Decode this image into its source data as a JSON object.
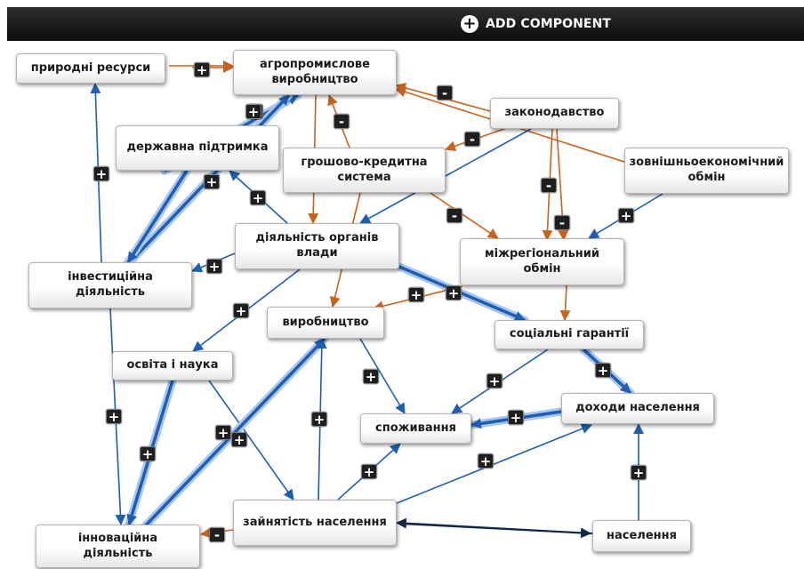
{
  "toolbar": {
    "add_icon": "plus-circle-icon",
    "add_label": "ADD COMPONENT"
  },
  "colors": {
    "positive": "#1e5fb4",
    "positive_glow": "#a9c6ec",
    "negative": "#c8631e",
    "dark": "#13294a",
    "badge": "#1f1f1f"
  },
  "nodes": [
    {
      "id": "resources",
      "label": "природні ресурси"
    },
    {
      "id": "agro",
      "label": "агропромислове виробництво"
    },
    {
      "id": "support",
      "label": "державна підтримка"
    },
    {
      "id": "law",
      "label": "законодавство"
    },
    {
      "id": "monetary",
      "label": "грошово-кредитна система"
    },
    {
      "id": "foreign",
      "label": "зовнішньоекономічний обмін"
    },
    {
      "id": "authorities",
      "label": "діяльність  органів влади"
    },
    {
      "id": "interregional",
      "label": "міжрегіональний обмін"
    },
    {
      "id": "investment",
      "label": "інвестиційна діяльність"
    },
    {
      "id": "production",
      "label": "виробництво"
    },
    {
      "id": "social",
      "label": "соціальні гарантії"
    },
    {
      "id": "education",
      "label": "освіта і наука"
    },
    {
      "id": "income",
      "label": "доходи населення"
    },
    {
      "id": "consumption",
      "label": "споживання"
    },
    {
      "id": "employment",
      "label": "зайнятість населення"
    },
    {
      "id": "population",
      "label": "населення"
    },
    {
      "id": "innovation",
      "label": "інноваційна діяльність"
    }
  ],
  "edges": [
    {
      "from": "agro",
      "to": "resources",
      "sign": "+",
      "style": "neg"
    },
    {
      "from": "resources",
      "to": "agro",
      "sign": "",
      "style": "neg"
    },
    {
      "from": "law",
      "to": "agro",
      "sign": "-",
      "style": "neg"
    },
    {
      "from": "foreign",
      "to": "agro",
      "sign": "",
      "style": "neg"
    },
    {
      "from": "monetary",
      "to": "agro",
      "sign": "-",
      "style": "neg"
    },
    {
      "from": "law",
      "to": "monetary",
      "sign": "-",
      "style": "neg"
    },
    {
      "from": "law",
      "to": "interregional",
      "sign": "-",
      "style": "neg"
    },
    {
      "from": "law",
      "to": "interregional",
      "sign": "-",
      "style": "neg"
    },
    {
      "from": "law",
      "to": "authorities",
      "sign": "",
      "style": "pos"
    },
    {
      "from": "monetary",
      "to": "interregional",
      "sign": "-",
      "style": "neg"
    },
    {
      "from": "agro",
      "to": "authorities",
      "sign": "",
      "style": "neg"
    },
    {
      "from": "monetary",
      "to": "production",
      "sign": "",
      "style": "neg"
    },
    {
      "from": "foreign",
      "to": "interregional",
      "sign": "+",
      "style": "pos"
    },
    {
      "from": "support",
      "to": "agro",
      "sign": "+",
      "style": "thick"
    },
    {
      "from": "investment",
      "to": "agro",
      "sign": "+",
      "style": "thick"
    },
    {
      "from": "authorities",
      "to": "support",
      "sign": "+",
      "style": "pos"
    },
    {
      "from": "support",
      "to": "investment",
      "sign": "+",
      "style": "thick"
    },
    {
      "from": "investment",
      "to": "resources",
      "sign": "+",
      "style": "pos"
    },
    {
      "from": "authorities",
      "to": "investment",
      "sign": "+",
      "style": "pos"
    },
    {
      "from": "authorities",
      "to": "social",
      "sign": "+",
      "style": "thick"
    },
    {
      "from": "authorities",
      "to": "education",
      "sign": "+",
      "style": "pos"
    },
    {
      "from": "interregional",
      "to": "production",
      "sign": "+",
      "style": "neg"
    },
    {
      "from": "interregional",
      "to": "social",
      "sign": "",
      "style": "neg"
    },
    {
      "from": "investment",
      "to": "innovation",
      "sign": "+",
      "style": "pos"
    },
    {
      "from": "production",
      "to": "consumption",
      "sign": "+",
      "style": "pos"
    },
    {
      "from": "social",
      "to": "consumption",
      "sign": "+",
      "style": "pos"
    },
    {
      "from": "social",
      "to": "income",
      "sign": "+",
      "style": "thick"
    },
    {
      "from": "income",
      "to": "consumption",
      "sign": "+",
      "style": "thick"
    },
    {
      "from": "education",
      "to": "innovation",
      "sign": "+",
      "style": "thick"
    },
    {
      "from": "education",
      "to": "employment",
      "sign": "+",
      "style": "pos"
    },
    {
      "from": "innovation",
      "to": "production",
      "sign": "+",
      "style": "thick"
    },
    {
      "from": "employment",
      "to": "production",
      "sign": "+",
      "style": "pos"
    },
    {
      "from": "employment",
      "to": "consumption",
      "sign": "+",
      "style": "pos"
    },
    {
      "from": "employment",
      "to": "income",
      "sign": "+",
      "style": "pos"
    },
    {
      "from": "population",
      "to": "employment",
      "sign": "+",
      "style": "dark"
    },
    {
      "from": "employment",
      "to": "population",
      "sign": "",
      "style": "dark"
    },
    {
      "from": "population",
      "to": "income",
      "sign": "+",
      "style": "pos"
    },
    {
      "from": "employment",
      "to": "innovation",
      "sign": "-",
      "style": "neg"
    }
  ]
}
